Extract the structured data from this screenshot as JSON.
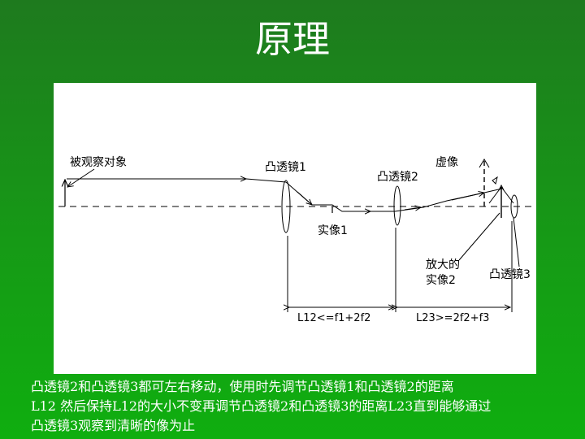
{
  "title": "原理",
  "labels": {
    "object": "被观察对象",
    "lens1": "凸透镜1",
    "lens2": "凸透镜2",
    "virtual_image": "虚像",
    "real_image1": "实像1",
    "enlarged_line1": "放大的",
    "enlarged_line2": "实像2",
    "lens3": "凸透镜3",
    "l12_formula": "L12<=f1+2f2",
    "l23_formula": "L23>=2f2+f3"
  },
  "caption": {
    "line1": "凸透镜2和凸透镜3都可左右移动，使用时先调节凸透镜1和凸透镜2的距离",
    "line2": "L12 然后保持L12的大小不变再调节凸透镜2和凸透镜3的距离L23直到能够通过",
    "line3": "凸透镜3观察到清晰的像为止"
  },
  "colors": {
    "background": "#169a16",
    "title": "#ffffff",
    "panel": "#ffffff",
    "ink": "#000000"
  }
}
